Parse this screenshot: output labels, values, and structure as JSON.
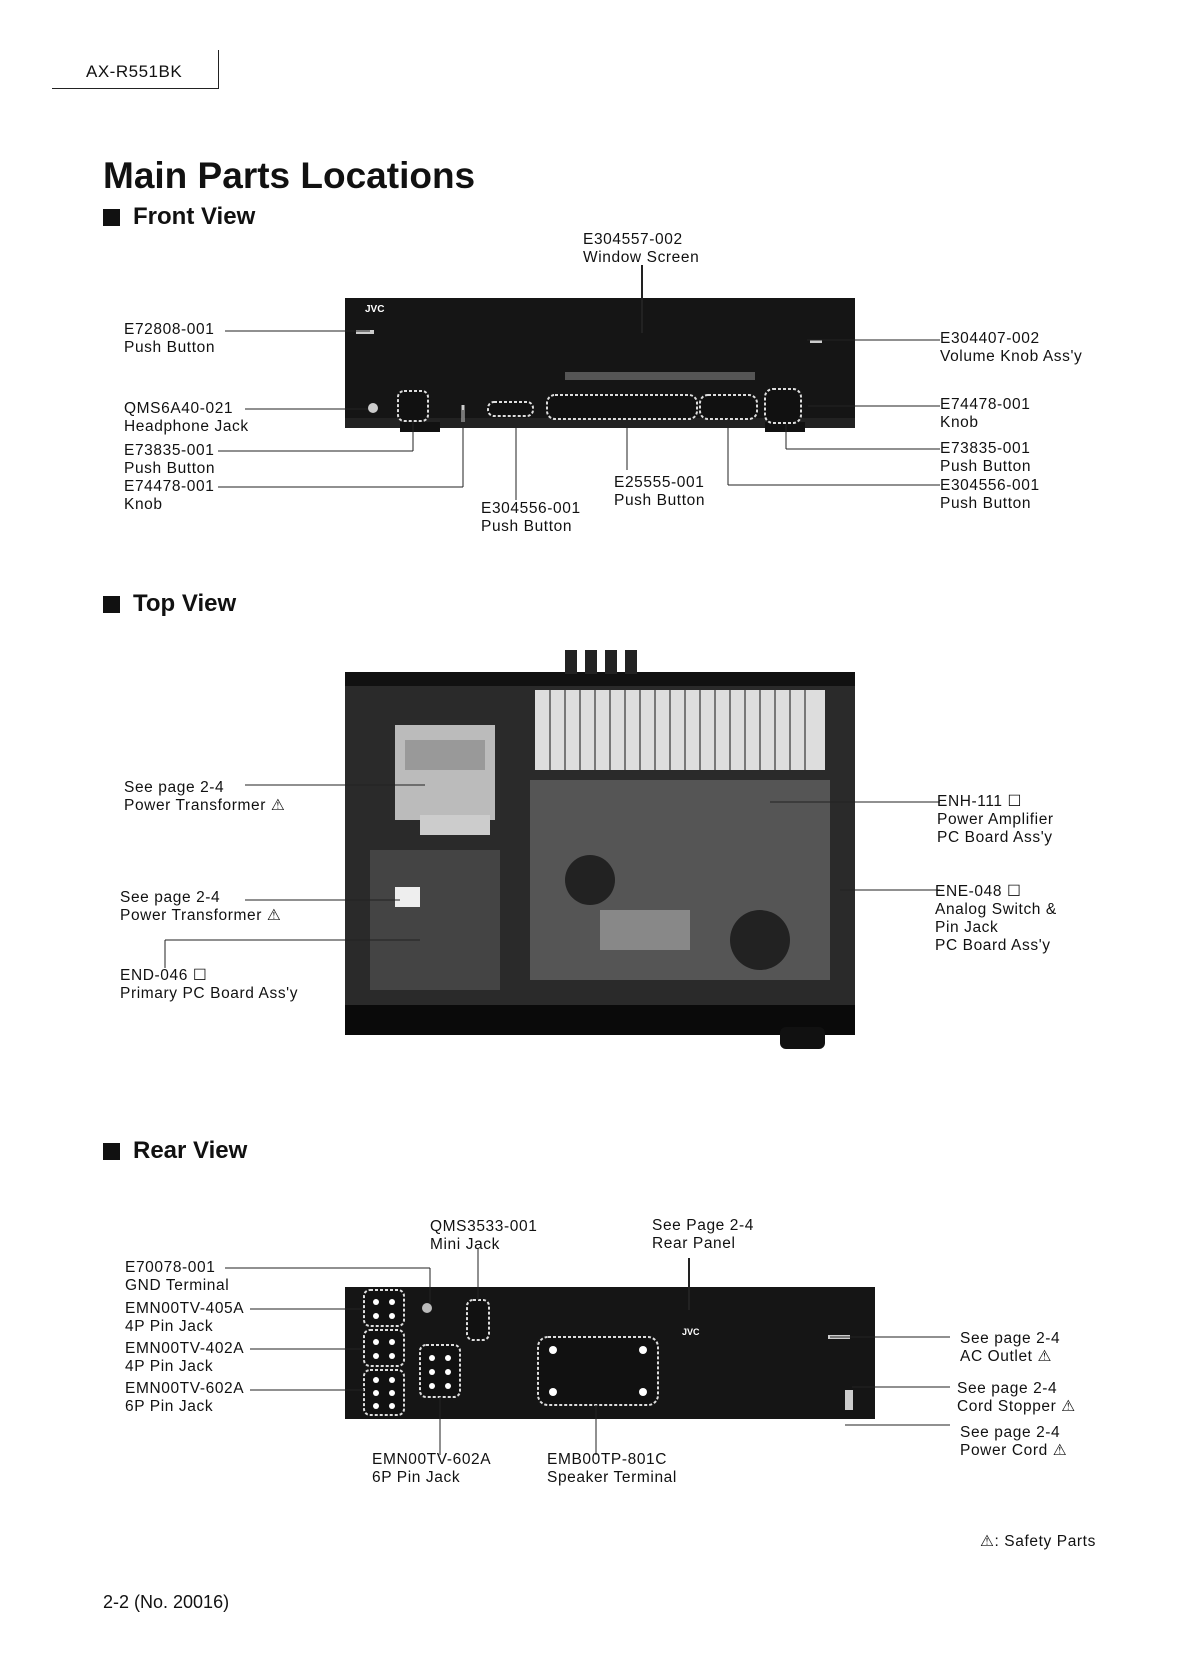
{
  "header": {
    "model": "AX-R551BK"
  },
  "title": "Main Parts Locations",
  "sections": {
    "front": "Front View",
    "top": "Top View",
    "rear": "Rear View"
  },
  "front": {
    "brand": "JVC",
    "labels": {
      "window_screen": [
        "E304557-002",
        "Window Screen"
      ],
      "push_button_1": [
        "E72808-001",
        "Push Button"
      ],
      "headphone": [
        "QMS6A40-021",
        "Headphone Jack"
      ],
      "push_button_2": [
        "E73835-001",
        "Push Button"
      ],
      "knob_left": [
        "E74478-001",
        "Knob"
      ],
      "push_button_3": [
        "E304556-001",
        "Push Button"
      ],
      "push_button_4": [
        "E25555-001",
        "Push Button"
      ],
      "volume_knob": [
        "E304407-002",
        "Volume Knob Ass'y"
      ],
      "knob_right": [
        "E74478-001",
        "Knob"
      ],
      "push_button_5": [
        "E73835-001",
        "Push Button"
      ],
      "push_button_6": [
        "E304556-001",
        "Push Button"
      ]
    }
  },
  "top": {
    "labels": {
      "transformer_1": [
        "See page 2-4",
        "Power Transformer ⚠"
      ],
      "transformer_2": [
        "See page 2-4",
        "Power Transformer ⚠"
      ],
      "primary_board": [
        "END-046 ☐",
        "Primary PC Board Ass'y"
      ],
      "power_amp": [
        "ENH-111 ☐",
        "Power Amplifier",
        "PC Board Ass'y"
      ],
      "analog_switch": [
        "ENE-048 ☐",
        "Analog Switch &",
        "Pin Jack",
        "PC Board Ass'y"
      ]
    }
  },
  "rear": {
    "brand": "JVC",
    "labels": {
      "gnd": [
        "E70078-001",
        "GND Terminal"
      ],
      "pin4_a": [
        "EMN00TV-405A",
        "4P Pin Jack"
      ],
      "pin4_b": [
        "EMN00TV-402A",
        "4P Pin Jack"
      ],
      "pin6_a": [
        "EMN00TV-602A",
        "6P Pin Jack"
      ],
      "mini_jack": [
        "QMS3533-001",
        "Mini Jack"
      ],
      "rear_panel": [
        "See Page 2-4",
        "Rear Panel"
      ],
      "pin6_b": [
        "EMN00TV-602A",
        "6P Pin Jack"
      ],
      "speaker": [
        "EMB00TP-801C",
        "Speaker Terminal"
      ],
      "ac_outlet": [
        "See page 2-4",
        "AC Outlet ⚠"
      ],
      "cord_stopper": [
        "See page 2-4",
        "Cord Stopper ⚠"
      ],
      "power_cord": [
        "See page 2-4",
        "Power Cord ⚠"
      ]
    }
  },
  "legend": "⚠: Safety Parts",
  "footer": "2-2  (No. 20016)"
}
